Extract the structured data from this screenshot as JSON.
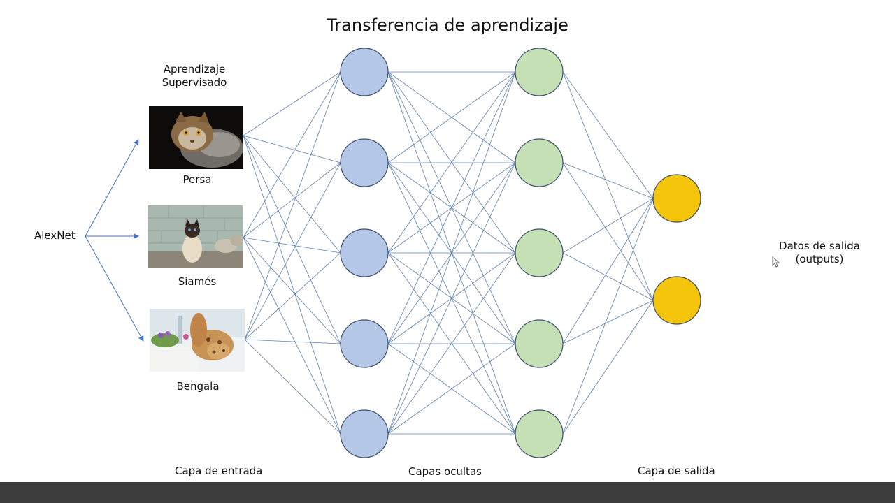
{
  "title": "Transferencia de aprendizaje",
  "supervised_label": "Aprendizaje Supervisado",
  "source_model": "AlexNet",
  "examples": [
    {
      "label": "Persa",
      "icon": "persian-cat-photo"
    },
    {
      "label": "Siamés",
      "icon": "siamese-cat-photo"
    },
    {
      "label": "Bengala",
      "icon": "bengal-cat-photo"
    }
  ],
  "layers": {
    "input": "Capa de entrada",
    "hidden": "Capas ocultas",
    "output": "Capa de salida"
  },
  "outputs_label": "Datos de salida (outputs)",
  "colors": {
    "hidden1": "#b4c7e7",
    "hidden2": "#c5e0b4",
    "output": "#f5c50c",
    "node_stroke": "#3b4f6b",
    "edge": "#5b7fae",
    "footer": "#3c3c3c"
  }
}
